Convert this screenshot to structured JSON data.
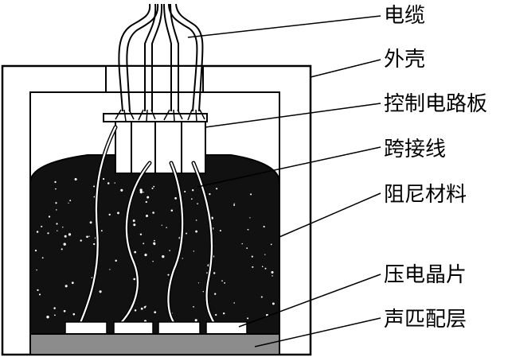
{
  "labels": {
    "cable": "电缆",
    "shell": "外壳",
    "control_board": "控制电路板",
    "jumper_wire": "跨接线",
    "damping_material": "阻尼材料",
    "piezo_wafer": "压电晶片",
    "matching_layer": "声匹配层"
  },
  "colors": {
    "line": "#000000",
    "fill": "#ffffff",
    "damping": "#111111",
    "matching_layer": "#8c8c8c"
  }
}
